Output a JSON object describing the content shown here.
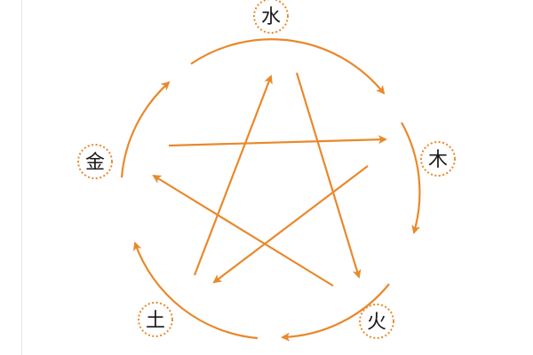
{
  "diagram": {
    "elements": {
      "water": "水",
      "wood": "木",
      "fire": "火",
      "earth": "土",
      "metal": "金"
    },
    "generating_cycle": [
      "water",
      "wood",
      "fire",
      "earth",
      "metal"
    ],
    "overcoming_cycle": [
      [
        "water",
        "fire"
      ],
      [
        "fire",
        "metal"
      ],
      [
        "metal",
        "wood"
      ],
      [
        "wood",
        "earth"
      ],
      [
        "earth",
        "water"
      ]
    ],
    "colors": {
      "arrow": "#e8892b",
      "node_ring": "#e8892b",
      "text": "#1a1a1a"
    }
  }
}
